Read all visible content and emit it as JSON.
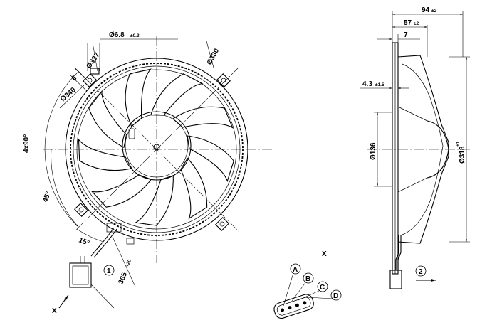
{
  "front_view": {
    "dims": {
      "hole_dia": "Ø6.8",
      "hole_tol": "±0.3",
      "d337": "Ø337",
      "d330": "Ø330",
      "d340": "Ø340",
      "six": "6",
      "angle_4x90": "4x90°",
      "angle_45": "45°",
      "angle_15": "15°",
      "cable_len": "365",
      "cable_tol": "+20"
    },
    "callout_1": "1",
    "view_arrow": "X"
  },
  "side_view": {
    "dims": {
      "depth_94": "94",
      "depth_94_tol": "±2",
      "depth_57": "57",
      "depth_57_tol": "±2",
      "seven": "7",
      "flange": "4.3",
      "flange_tol": "±1.5",
      "d136": "Ø136",
      "d318": "Ø318",
      "d318_tol": "+1"
    },
    "callout_2": "2"
  },
  "connector_view": {
    "title": "X",
    "pins": [
      "A",
      "B",
      "C",
      "D"
    ]
  }
}
